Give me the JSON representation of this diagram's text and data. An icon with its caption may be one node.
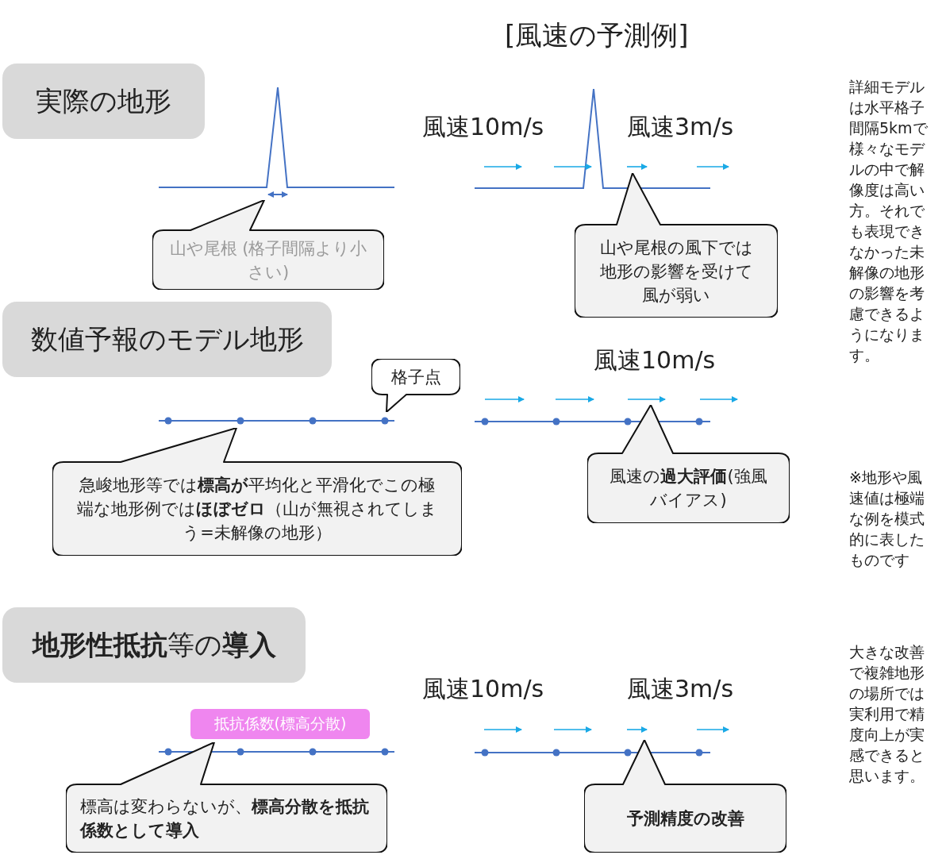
{
  "diagram": {
    "title": "[風速の予測例]",
    "nodes": [
      {
        "text": [
          "実際の地形"
        ]
      },
      {
        "text": [
          "山や尾根 (格子間隔より小さい)"
        ]
      },
      {
        "text": [
          "山や尾根の風下では地形の影響を受けて風が弱い"
        ]
      },
      {
        "text": [
          "数値予報のモデル地形"
        ]
      },
      {
        "text": [
          "格子点"
        ]
      },
      {
        "text": [
          "急峻地形等では**標高が**平均化と平滑化でこの極端な地形例では**ほぼゼロ**（山が無視されてしまう=未解像の地形）"
        ]
      },
      {
        "text": [
          "風速の**過大評価**(強風バイアス)"
        ]
      },
      {
        "text": [
          "**地形性抵抗**等の**導入**"
        ]
      },
      {
        "text": [
          "抵抗係数(標高分散)"
        ]
      },
      {
        "text": [
          "標高は変わらないが、**標高分散を抵抗係数として導入**"
        ]
      },
      {
        "text": [
          "予測精度の改善"
        ]
      }
    ],
    "labels": [
      "風速10m/s",
      "風速3m/s",
      "詳細モデルは水平格子間隔5kmで様々なモデルの中で解像度は高い方。それでも表現できなかった未解像の地形の影響を考慮できるようになります。",
      "風速10m/s",
      "※地形や風速値は極端な例を模式的に表したものです",
      "風速10m/s",
      "風速3m/s",
      "大きな改善で複雑地形の場所では実利用で精度向上が実感できると思います。"
    ]
  }
}
